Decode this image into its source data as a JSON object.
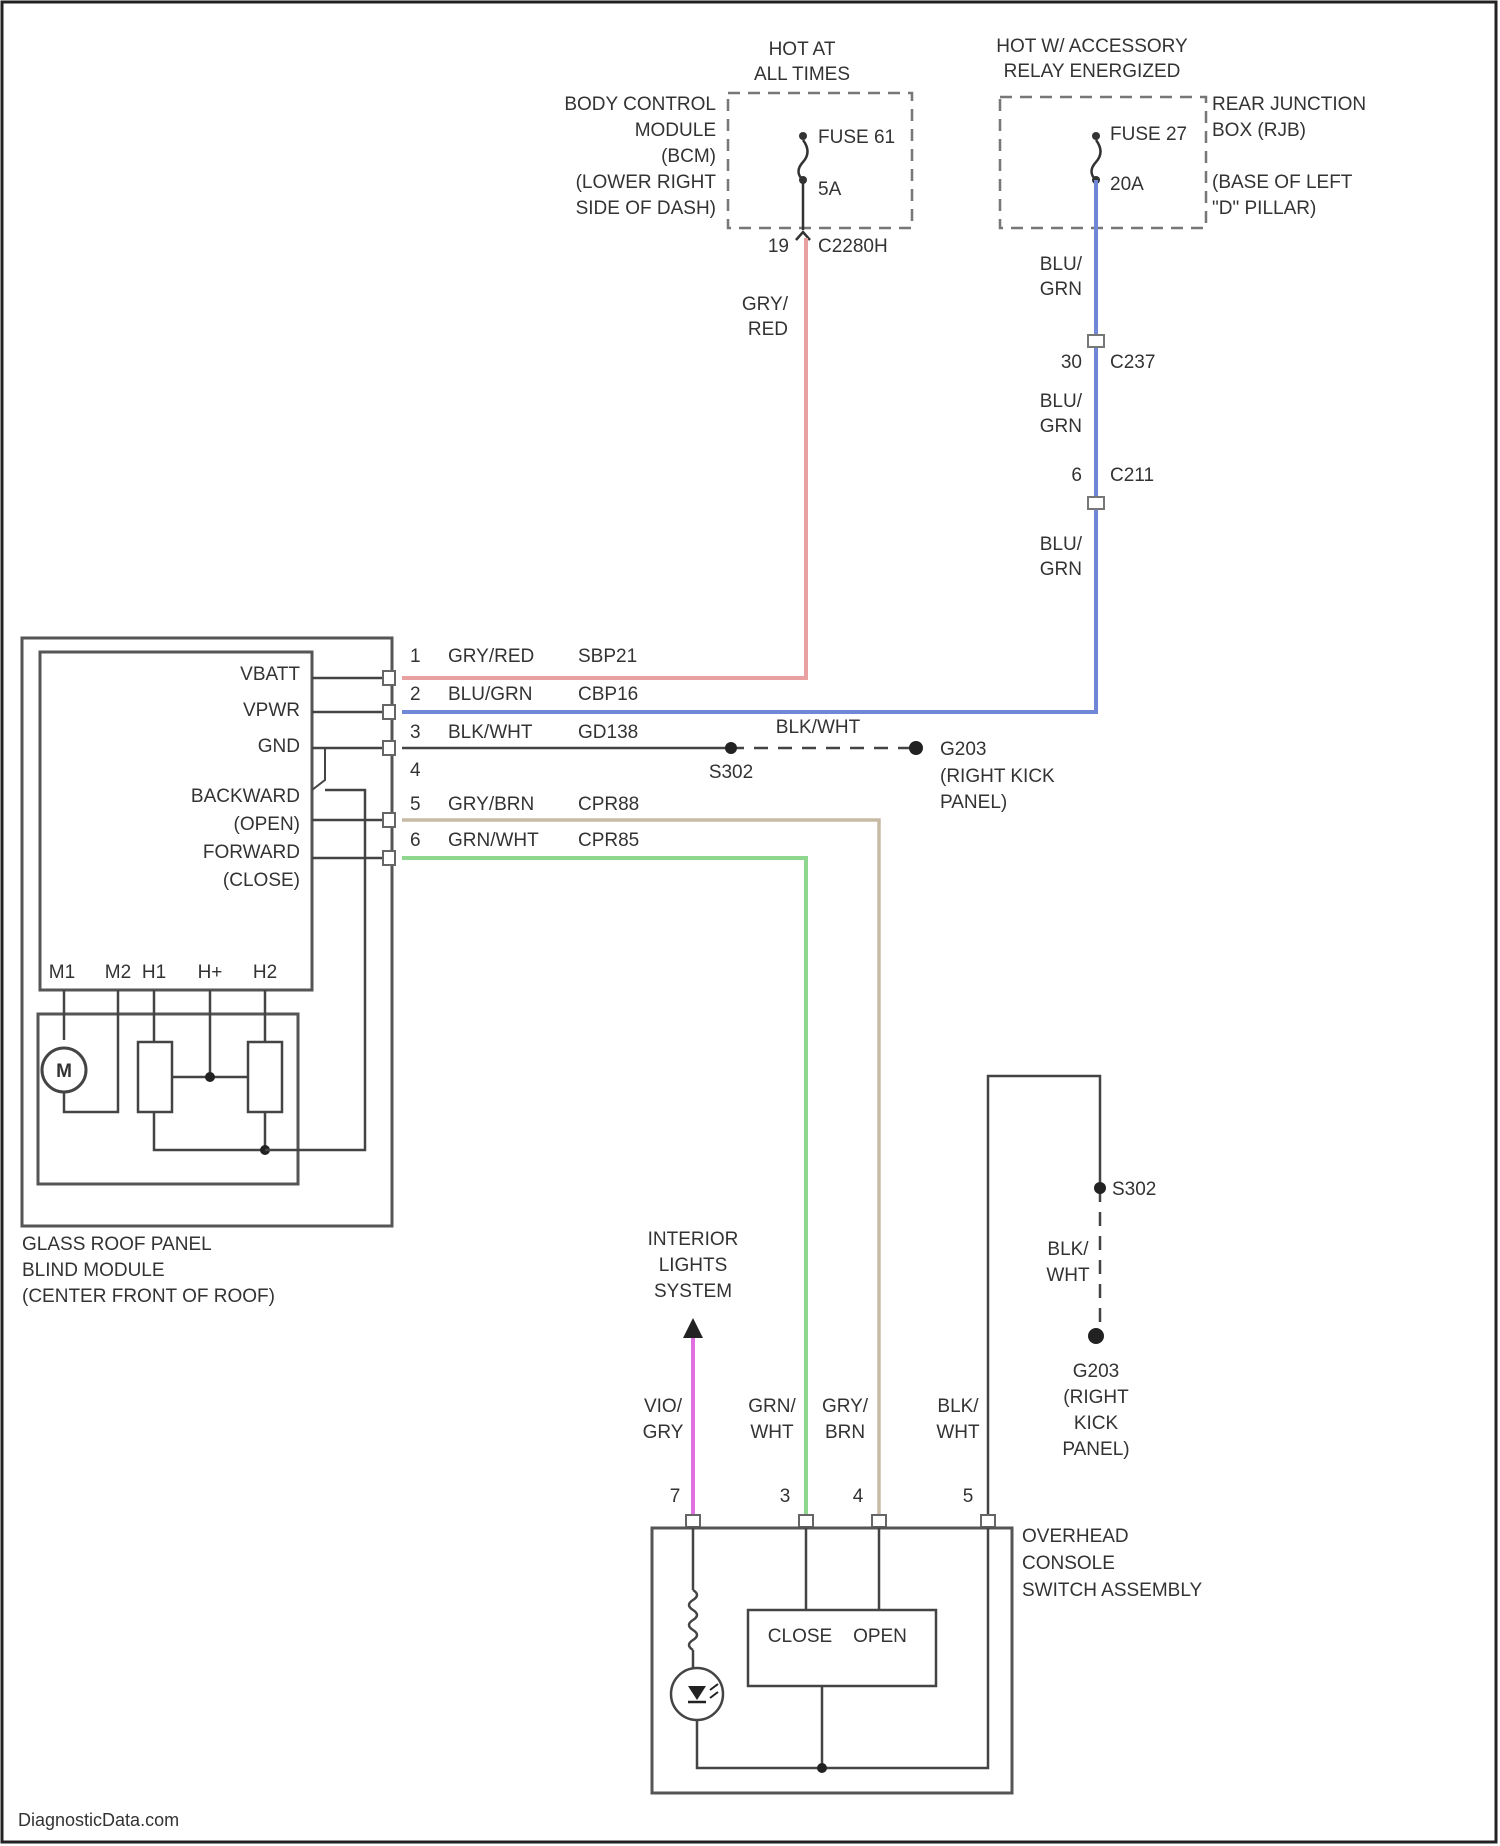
{
  "colors": {
    "gry_red": "#e8a0a0",
    "blu_grn": "#6f87d6",
    "grn_wht": "#8fd68f",
    "gry_brn": "#c8bba6",
    "vio_gry": "#e070e0",
    "black": "#333333"
  },
  "fuse_bcm": {
    "header": [
      "HOT AT",
      "ALL TIMES"
    ],
    "module": [
      "BODY CONTROL",
      "MODULE",
      "(BCM)",
      "(LOWER RIGHT",
      "SIDE OF DASH)"
    ],
    "fuse": "FUSE 61",
    "amps": "5A",
    "pin": "19",
    "connector": "C2280H"
  },
  "fuse_rjb": {
    "header": [
      "HOT W/ ACCESSORY",
      "RELAY ENERGIZED"
    ],
    "box": [
      "REAR JUNCTION",
      "BOX (RJB)"
    ],
    "location": [
      "(BASE OF LEFT",
      "\"D\" PILLAR)"
    ],
    "fuse": "FUSE 27",
    "amps": "20A"
  },
  "wire_labels": {
    "gry_red": [
      "GRY/",
      "RED"
    ],
    "blu_grn": [
      "BLU/",
      "GRN"
    ],
    "blk_wht_stack": [
      "BLK/",
      "WHT"
    ],
    "vio_gry": [
      "VIO/",
      "GRY"
    ],
    "grn_wht": [
      "GRN/",
      "WHT"
    ],
    "gry_brn": [
      "GRY/",
      "BRN"
    ],
    "blk_wht_bottom": [
      "BLK/",
      "WHT"
    ]
  },
  "inline_connectors": [
    {
      "pin": "30",
      "name": "C237"
    },
    {
      "pin": "6",
      "name": "C211"
    }
  ],
  "module_pins": [
    {
      "num": "1",
      "color": "GRY/RED",
      "circuit": "SBP21",
      "label": "VBATT"
    },
    {
      "num": "2",
      "color": "BLU/GRN",
      "circuit": "CBP16",
      "label": "VPWR"
    },
    {
      "num": "3",
      "color": "BLK/WHT",
      "circuit": "GD138",
      "label": "GND"
    },
    {
      "num": "4",
      "color": "",
      "circuit": "",
      "label": ""
    },
    {
      "num": "5",
      "color": "GRY/BRN",
      "circuit": "CPR88",
      "label": ""
    },
    {
      "num": "6",
      "color": "GRN/WHT",
      "circuit": "CPR85",
      "label": ""
    }
  ],
  "module_inputs": [
    "BACKWARD",
    "(OPEN)",
    "FORWARD",
    "(CLOSE)"
  ],
  "ground_line": {
    "splice": "S302",
    "wire": "BLK/WHT",
    "ground": "G203",
    "location": [
      "(RIGHT KICK",
      "PANEL)"
    ]
  },
  "motor_pins": [
    "M1",
    "M2",
    "H1",
    "H+",
    "H2"
  ],
  "motor_symbol": "M",
  "module_name": [
    "GLASS ROOF PANEL",
    "BLIND MODULE",
    "(CENTER FRONT OF ROOF)"
  ],
  "interior": [
    "INTERIOR",
    "LIGHTS",
    "SYSTEM"
  ],
  "switch_pins": [
    "7",
    "3",
    "4",
    "5"
  ],
  "switch_name": [
    "OVERHEAD",
    "CONSOLE",
    "SWITCH ASSEMBLY"
  ],
  "switch_labels": {
    "close": "CLOSE",
    "open": "OPEN"
  },
  "right_ground": {
    "splice": "S302",
    "ground": "G203",
    "location": [
      "(RIGHT",
      "KICK",
      "PANEL)"
    ]
  },
  "watermark": "DiagnosticData.com"
}
